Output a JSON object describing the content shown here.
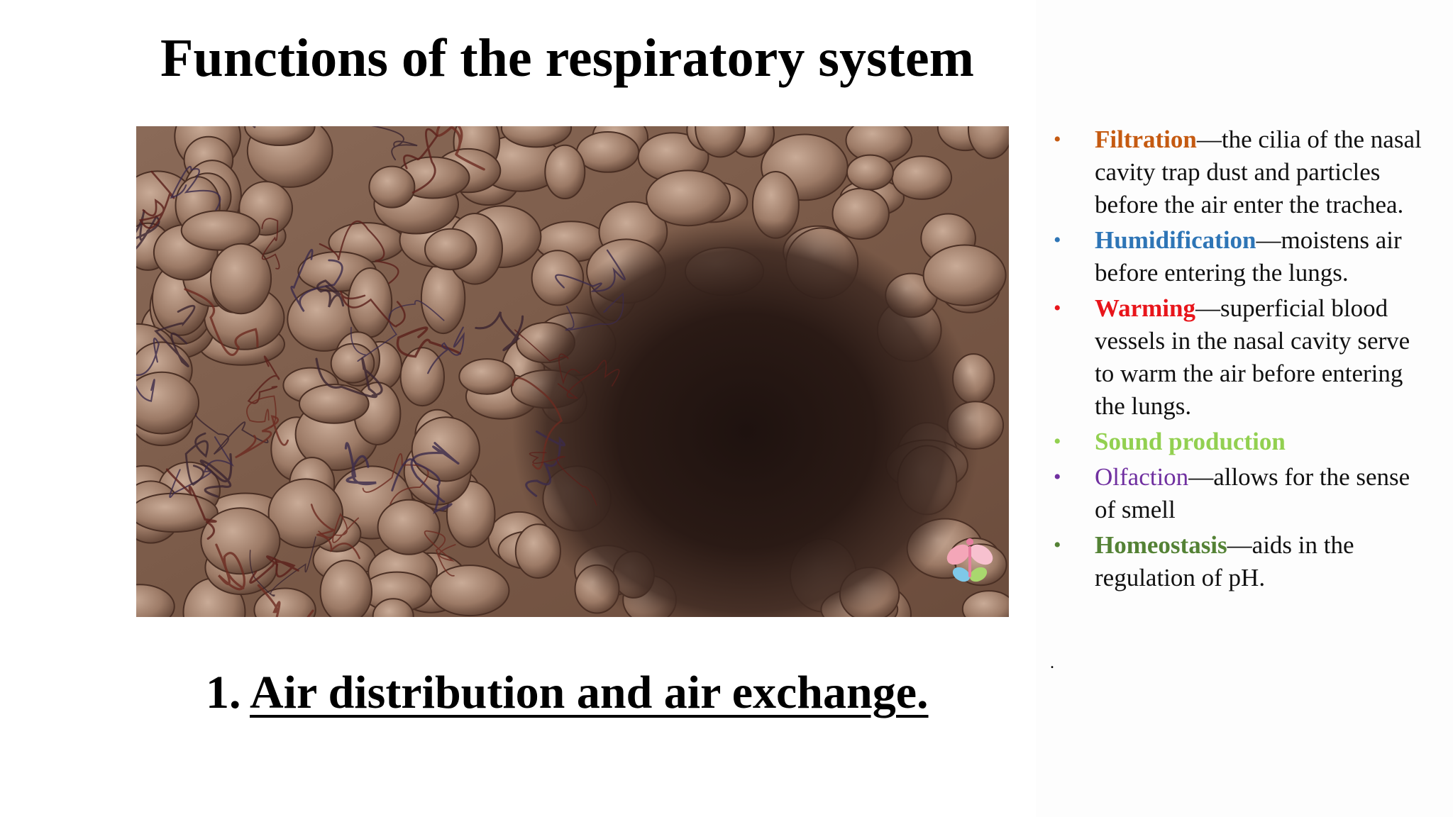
{
  "slide": {
    "title": "Functions of the respiratory system"
  },
  "image": {
    "description_icon": "airway-lumen-photo",
    "logo_icon": "butterfly-logo-icon"
  },
  "bullets": [
    {
      "term": "Filtration",
      "rest": "—the cilia of the nasal cavity trap dust and particles before the air enter the trachea.",
      "color": "#c55a11",
      "bullet_color": "#c55a11"
    },
    {
      "term": "Humidification",
      "rest": "—moistens air before entering the lungs.",
      "color": "#2e75b6",
      "bullet_color": "#2e75b6"
    },
    {
      "term": "Warming",
      "rest": "—superficial blood vessels in the nasal cavity serve to warm the air before entering the lungs.",
      "color": "#e8151b",
      "bullet_color": "#e8151b"
    },
    {
      "term": "Sound production",
      "rest": "",
      "color": "#92d050",
      "bullet_color": "#92d050"
    },
    {
      "term": "Olfaction",
      "rest": "—allows for the sense of smell",
      "color": "#7030a0",
      "bullet_color": "#7030a0",
      "term_bold": false
    },
    {
      "term": "Homeostasis",
      "rest": "—aids in the regulation of pH.",
      "color": "#548235",
      "bullet_color": "#548235"
    }
  ],
  "stray_mark": ".",
  "subtitle": {
    "number": "1.",
    "text": "Air distribution and air exchange."
  }
}
